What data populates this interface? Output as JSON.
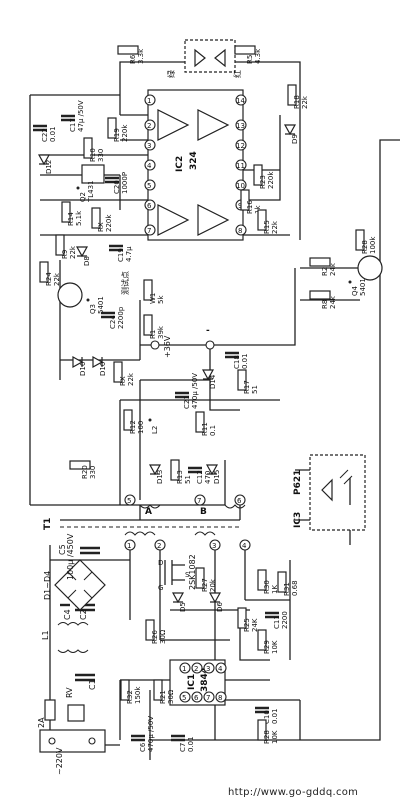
{
  "watermark": "http://www.go-gddq.com",
  "mains": {
    "input": "~220V",
    "fuse": "2A",
    "varistor": "RV"
  },
  "filter": {
    "choke": "L1",
    "caps": [
      "C1",
      "C2",
      "C4"
    ]
  },
  "bridge": {
    "label": "D1~D4",
    "cap_name": "C5",
    "cap_value": "100μ /450V"
  },
  "transformer": {
    "name": "T1",
    "pins": [
      "1",
      "2",
      "3",
      "4",
      "5",
      "6",
      "7"
    ]
  },
  "mosfet": {
    "name": "2SK1082",
    "pins": [
      "D",
      "G",
      "S"
    ]
  },
  "ic1": {
    "name": "IC1",
    "part": "3844",
    "pins": [
      "1",
      "2",
      "3",
      "4",
      "5",
      "6",
      "7",
      "8"
    ]
  },
  "ic2": {
    "name": "IC2",
    "part": "324",
    "pins": [
      "1",
      "2",
      "3",
      "4",
      "5",
      "6",
      "7",
      "8",
      "9",
      "10",
      "11",
      "12",
      "13",
      "14"
    ]
  },
  "ic3": {
    "name": "IC3",
    "part": "P621"
  },
  "output": {
    "plus": "+36V",
    "minus": "-",
    "label_a": "A",
    "label_b": "B",
    "test_point": "测试点",
    "red": "红",
    "green": "绿"
  },
  "components": [
    {
      "name": "R6",
      "value": "3.3k"
    },
    {
      "name": "R5",
      "value": "4.3k"
    },
    {
      "name": "R18",
      "value": "22k"
    },
    {
      "name": "R19",
      "value": "220k"
    },
    {
      "name": "R10",
      "value": "330"
    },
    {
      "name": "C17",
      "value": "47μ /50V"
    },
    {
      "name": "C22",
      "value": "0.01"
    },
    {
      "name": "D12",
      "value": ""
    },
    {
      "name": "Q2",
      "value": "TL431"
    },
    {
      "name": "C20",
      "value": "1000P"
    },
    {
      "name": "R14",
      "value": "5.1k"
    },
    {
      "name": "RX",
      "value": "220k"
    },
    {
      "name": "C19",
      "value": "4.7μ"
    },
    {
      "name": "R9",
      "value": "22k"
    },
    {
      "name": "D8",
      "value": ""
    },
    {
      "name": "D9",
      "value": ""
    },
    {
      "name": "R23",
      "value": "220k"
    },
    {
      "name": "R16",
      "value": "1k"
    },
    {
      "name": "R15",
      "value": "22k"
    },
    {
      "name": "R24",
      "value": "22k"
    },
    {
      "name": "Q3",
      "value": "5401"
    },
    {
      "name": "C24",
      "value": "2200p"
    },
    {
      "name": "W1",
      "value": "5k"
    },
    {
      "name": "R1",
      "value": "39k"
    },
    {
      "name": "R2",
      "value": "24k"
    },
    {
      "name": "R28",
      "value": "100k"
    },
    {
      "name": "Q4",
      "value": "5401"
    },
    {
      "name": "R8",
      "value": "24k"
    },
    {
      "name": "D16",
      "value": ""
    },
    {
      "name": "D10",
      "value": ""
    },
    {
      "name": "RX2",
      "value": "22k"
    },
    {
      "name": "C21",
      "value": "470μ /50V"
    },
    {
      "name": "D14",
      "value": ""
    },
    {
      "name": "C18",
      "value": "0.01"
    },
    {
      "name": "R17",
      "value": "51"
    },
    {
      "name": "R12",
      "value": "100"
    },
    {
      "name": "L2",
      "value": ""
    },
    {
      "name": "R11",
      "value": "0.1"
    },
    {
      "name": "R20",
      "value": "330"
    },
    {
      "name": "D13",
      "value": ""
    },
    {
      "name": "R13",
      "value": "51"
    },
    {
      "name": "C12",
      "value": "470"
    },
    {
      "name": "D15",
      "value": ""
    },
    {
      "name": "R27",
      "value": "20k"
    },
    {
      "name": "D5",
      "value": ""
    },
    {
      "name": "D6",
      "value": ""
    },
    {
      "name": "R30",
      "value": "1K"
    },
    {
      "name": "R31",
      "value": "0.68"
    },
    {
      "name": "R25",
      "value": "24K"
    },
    {
      "name": "C11",
      "value": "2200"
    },
    {
      "name": "R29",
      "value": "10K"
    },
    {
      "name": "R26",
      "value": "30Ω"
    },
    {
      "name": "R32",
      "value": "150k"
    },
    {
      "name": "R21",
      "value": "30Ω"
    },
    {
      "name": "C6",
      "value": "470μ /50V"
    },
    {
      "name": "C7",
      "value": "0.01"
    },
    {
      "name": "C10",
      "value": "0.01"
    },
    {
      "name": "R28b",
      "value": "10K"
    }
  ]
}
